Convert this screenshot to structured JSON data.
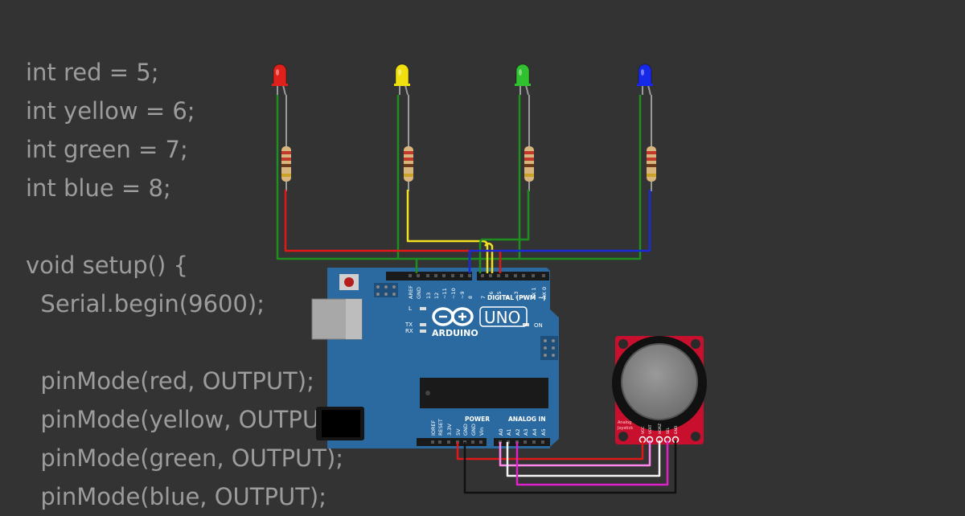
{
  "code_lines": [
    "int red = 5;",
    "int yellow = 6;",
    "int green = 7;",
    "int blue = 8;",
    "",
    "void setup() {",
    "  Serial.begin(9600);",
    "",
    "  pinMode(red, OUTPUT);",
    "  pinMode(yellow, OUTPUT);",
    "  pinMode(green, OUTPUT);",
    "  pinMode(blue, OUTPUT);"
  ],
  "leds": [
    {
      "name": "red",
      "color": "#e0201b"
    },
    {
      "name": "yellow",
      "color": "#f0e010"
    },
    {
      "name": "green",
      "color": "#30c030"
    },
    {
      "name": "blue",
      "color": "#1828e8"
    }
  ],
  "board": {
    "brand": "ARDUINO",
    "model": "UNO",
    "digital_label": "DIGITAL (PWM ~)",
    "power_label": "POWER",
    "analog_label": "ANALOG IN",
    "on_label": "ON",
    "tx_label": "TX",
    "rx_label": "RX",
    "l_label": "L",
    "digital_pins": [
      "AREF",
      "GND",
      "13",
      "12",
      "~11",
      "~10",
      "~9",
      "8",
      "7",
      "~6",
      "~5",
      "4",
      "~3",
      "2",
      "TX 1",
      "RX 0"
    ],
    "power_pins": [
      "IOREF",
      "RESET",
      "3.3V",
      "5V",
      "GND",
      "GND",
      "Vin"
    ],
    "analog_pins": [
      "A0",
      "A1",
      "A2",
      "A3",
      "A4",
      "A5"
    ]
  },
  "joystick": {
    "label_line1": "Analog",
    "label_line2": "Joystick",
    "pins": [
      "VCC",
      "VERT",
      "HORZ",
      "SEL",
      "GND"
    ]
  },
  "colors": {
    "background": "#333333",
    "code_text": "#9c9c9c",
    "board": "#2a6aa0",
    "joystick_pcb": "#c8102e",
    "wire_green": "#1e8f1e",
    "wire_red": "#e01818",
    "wire_yellow": "#f0e020",
    "wire_blue": "#1a2ad8",
    "wire_pink": "#ff88ee",
    "wire_magenta": "#dd22cc",
    "wire_white": "#f4f4f4",
    "wire_black": "#111111"
  }
}
